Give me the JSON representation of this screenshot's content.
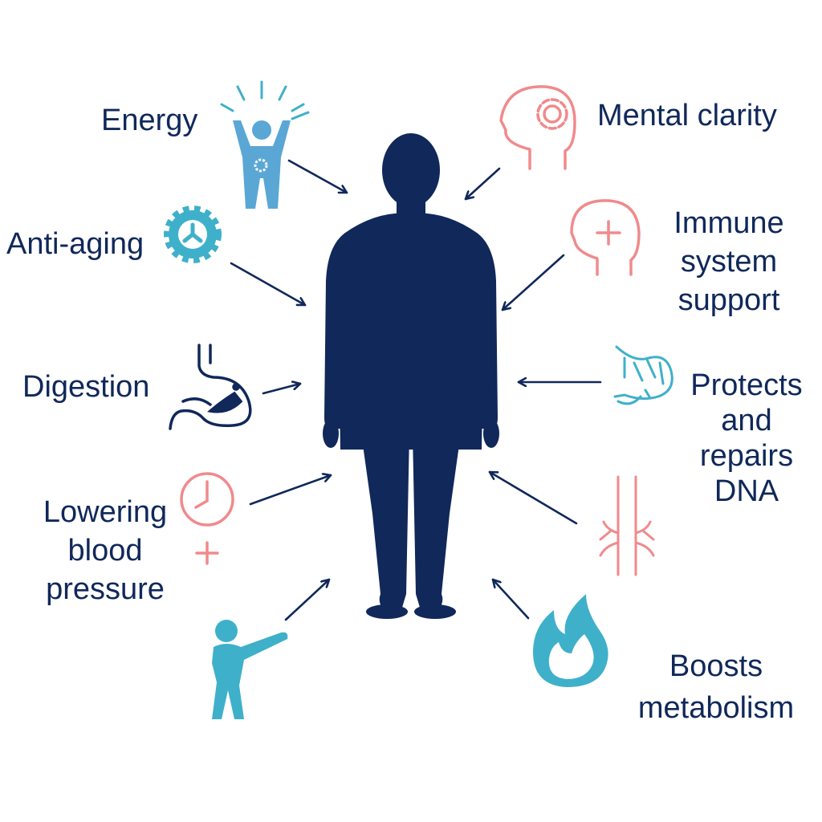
{
  "colors": {
    "navy": "#10285a",
    "blue": "#5aa7d6",
    "teal": "#3fb0c9",
    "coral": "#f08a8c"
  },
  "benefits": {
    "energy": {
      "lines": [
        "Energy"
      ],
      "icon": "raised-arms-person-icon",
      "color": "blue"
    },
    "anti_aging": {
      "lines": [
        "Anti-aging"
      ],
      "icon": "gear-clock-icon",
      "color": "teal"
    },
    "digestion": {
      "lines": [
        "Digestion"
      ],
      "icon": "stomach-icon",
      "color": "navy"
    },
    "blood_pressure": {
      "lines": [
        "Lowering",
        "blood",
        "pressure"
      ],
      "icon": "clock-plus-icon",
      "color": "coral"
    },
    "fitness": {
      "icon": "pointing-person-icon",
      "color": "teal"
    },
    "mental_clarity": {
      "lines": [
        "Mental clarity"
      ],
      "icon": "head-gear-icon",
      "color": "coral"
    },
    "immune": {
      "lines": [
        "Immune",
        "system",
        "support"
      ],
      "icon": "head-cross-icon",
      "color": "coral"
    },
    "dna": {
      "lines": [
        "Protects",
        "and",
        "repairs",
        "DNA"
      ],
      "icon": "dna-strand-icon",
      "color": "teal"
    },
    "vessels": {
      "icon": "blood-vessel-icon",
      "color": "coral"
    },
    "metabolism": {
      "lines": [
        "Boosts",
        "metabolism"
      ],
      "icon": "flame-icon",
      "color": "teal"
    }
  }
}
